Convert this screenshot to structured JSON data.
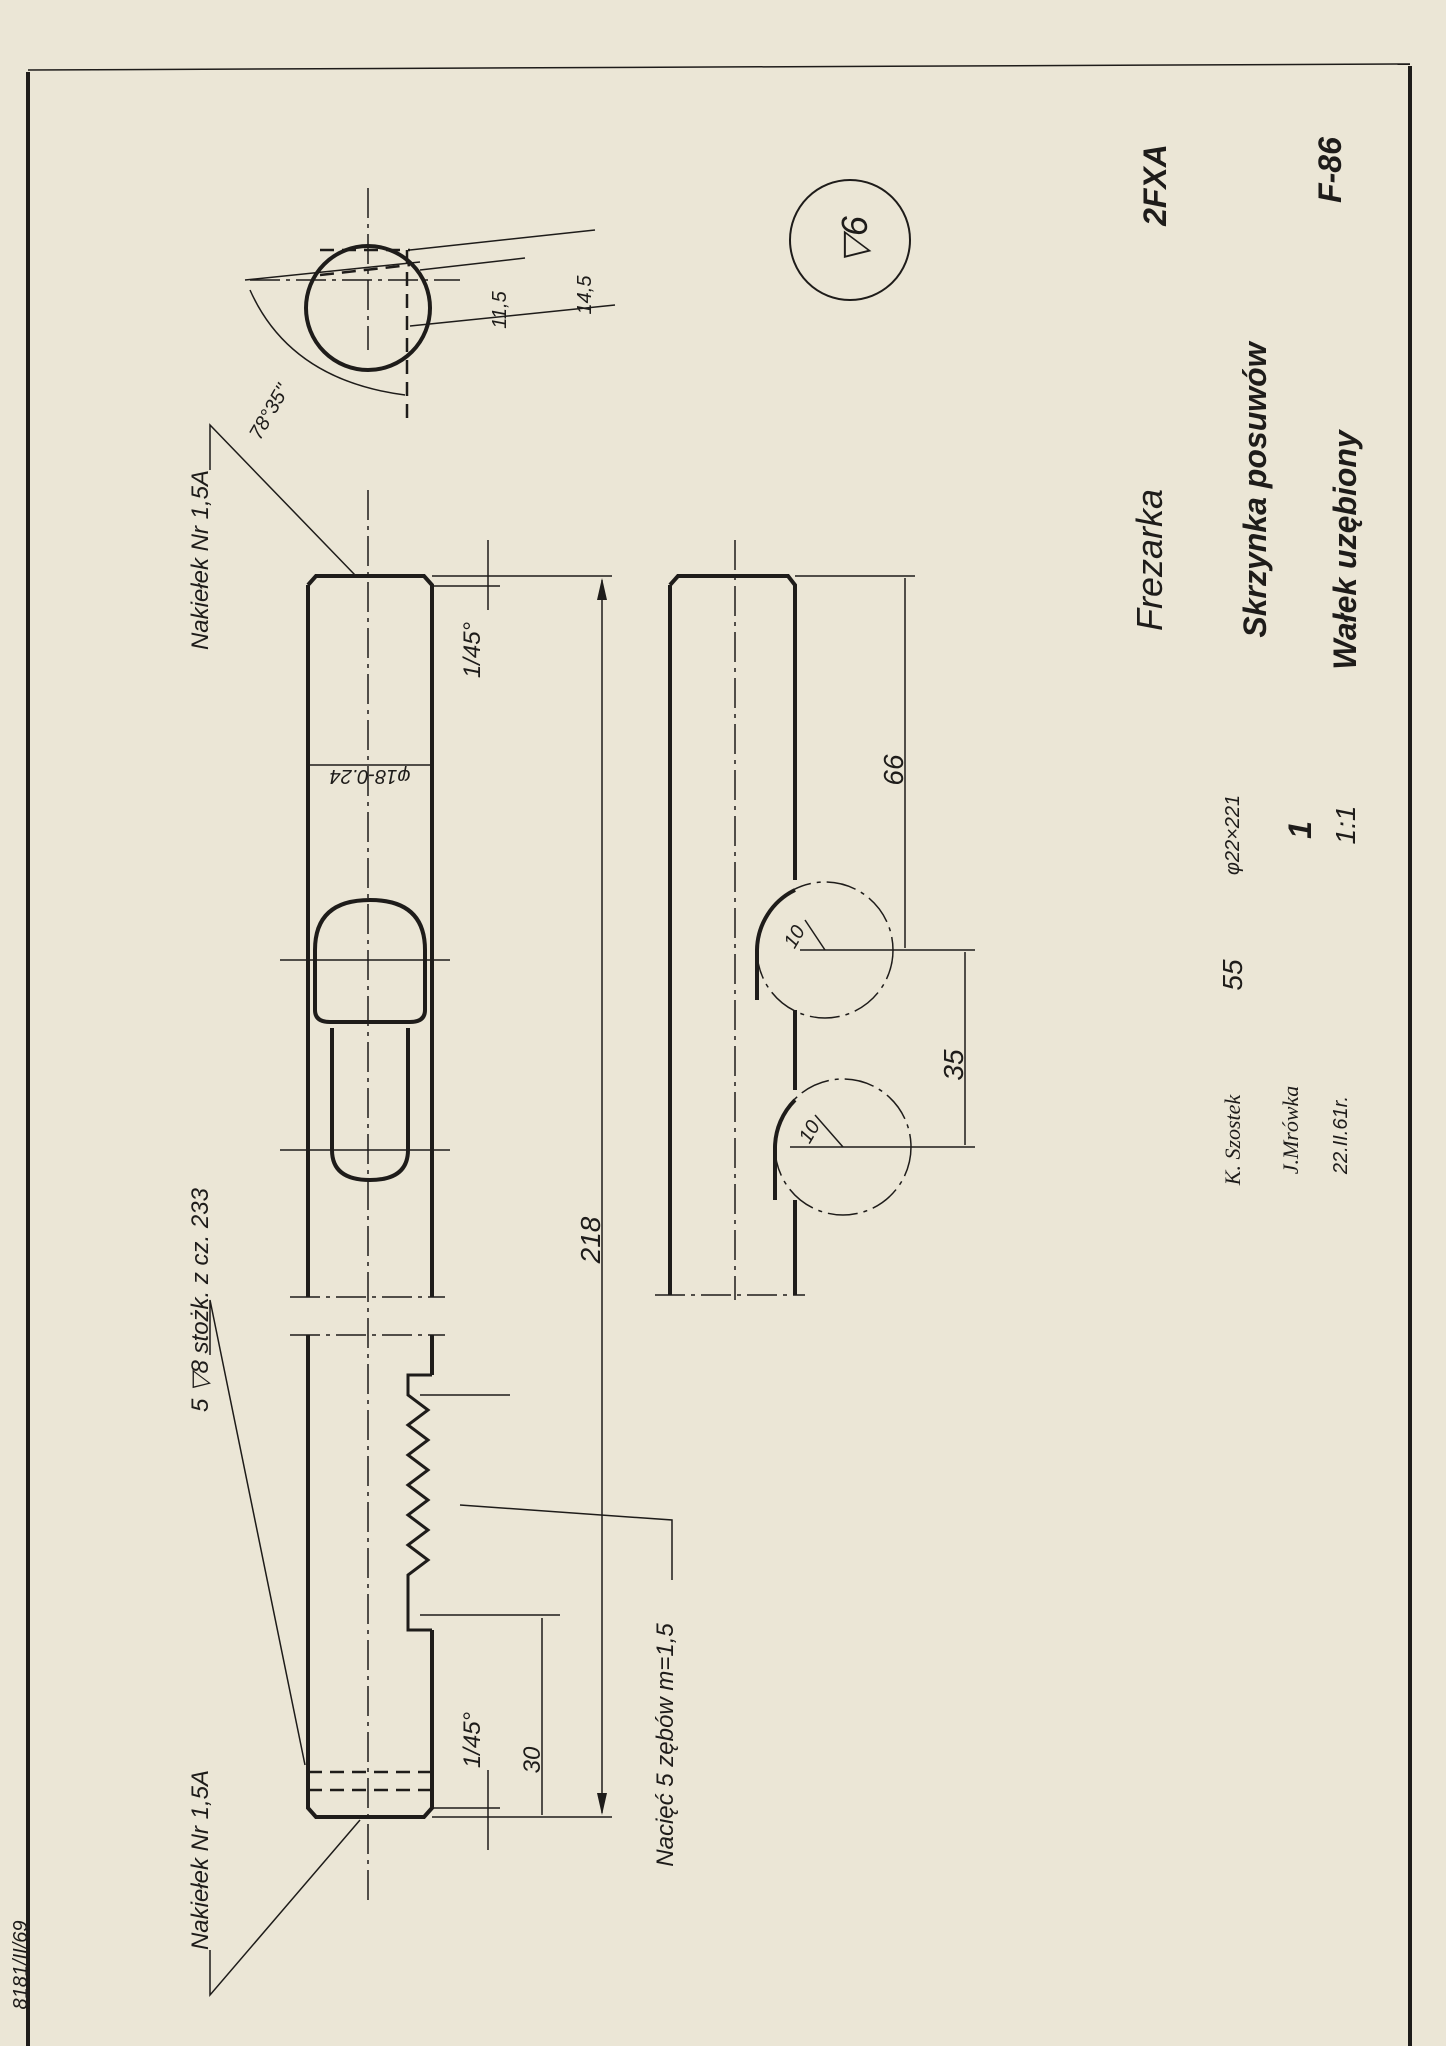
{
  "drawing_number": "8181/II/69",
  "annotations": {
    "center_hole_bottom": "Nakiełek Nr 1,5A",
    "center_hole_top": "Nakiełek Nr 1,5A",
    "taper_hole": "5 ▽8 stożk. z cz. 233",
    "teeth_note": "Nacięć 5 zębów m=1,5",
    "chamfer_top": "1/45°",
    "chamfer_bottom": "1/45°",
    "diameter": "φ18-0.24",
    "angle": "78°35''",
    "surface_finish": "▽6"
  },
  "dimensions": {
    "overall_length": "218",
    "teeth_offset": "30",
    "flat_11": "11,5",
    "flat_14": "14,5",
    "offset_66": "66",
    "offset_35": "35",
    "radius_1": "10",
    "radius_2": "10"
  },
  "title_block": {
    "machine": "Frezarka",
    "model": "2FXA",
    "assembly": "Skrzynka posuwów",
    "part_name": "Wałek uzębiony",
    "part_number": "F-86",
    "drawn_by": "K. Szostek",
    "material": "55",
    "blank_size": "φ22×221",
    "quantity": "1",
    "scale": "1:1",
    "date": "22.II.61r.",
    "signature": "J.Mrówka"
  }
}
